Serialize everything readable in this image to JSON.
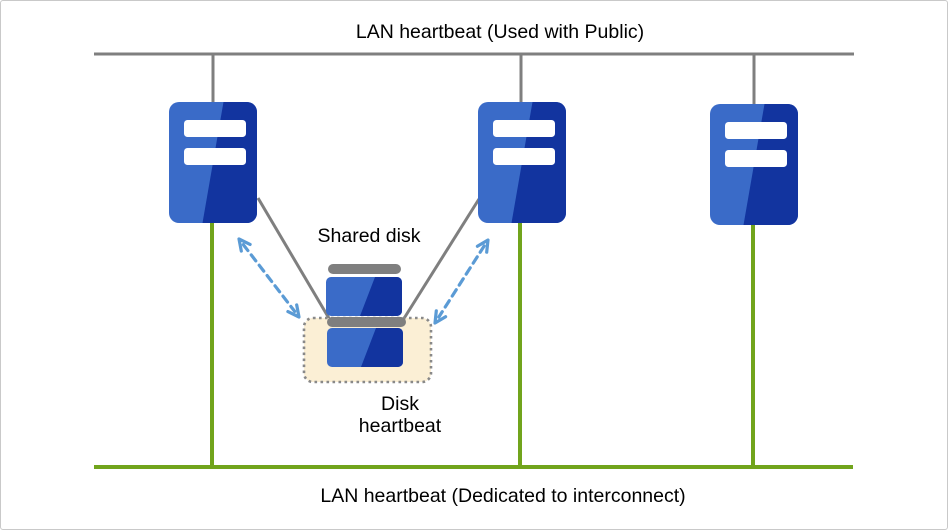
{
  "labels": {
    "public_lan": "LAN heartbeat (Used with Public)",
    "interconnect_lan": "LAN heartbeat (Dedicated to interconnect)",
    "shared_disk": "Shared disk",
    "disk_heartbeat_line1": "Disk",
    "disk_heartbeat_line2": "heartbeat"
  },
  "nodes": {
    "server_count": 3,
    "shared_disk_segment_count": 2,
    "disk_heartbeat_segment_in_dotted_box": 1
  },
  "colors": {
    "public_lan_line": "#7f7f7f",
    "interconnect_line": "#71a41c",
    "server_light_blue": "#3a6bc8",
    "server_dark_blue": "#12349f",
    "disk_cap_gray": "#7f7f7f",
    "disk_heartbeat_box_fill": "#fbefd5",
    "disk_heartbeat_box_border": "#898989",
    "arrow_blue": "#5b9bd5",
    "text_color": "#000000",
    "page_border": "#c9c9c9"
  },
  "icons": {
    "server": "server-icon",
    "disk": "disk-icon",
    "arrow": "double-headed-dashed-arrow-icon"
  }
}
